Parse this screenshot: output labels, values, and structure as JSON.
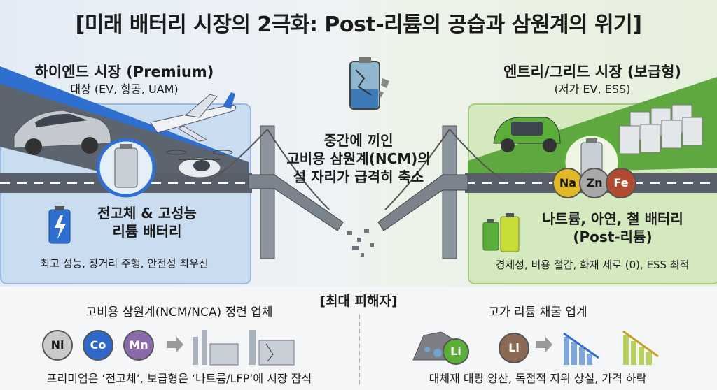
{
  "title": "[미래 배터리 시장의 2극화: Post-리튬의 공습과 삼원계의 위기]",
  "left": {
    "heading": "하이엔드 시장 (Premium)",
    "subheading": "대상 (EV, 항공, UAM)",
    "battery_label_line1": "전고체 & 고성능",
    "battery_label_line2": "리튬 배터리",
    "description": "최고 성능, 장거리 주행, 안전성 최우선"
  },
  "center": {
    "line1": "중간에 끼인",
    "line2": "고비용 삼원계(NCM)의",
    "line3": "설 자리가 급격히 축소"
  },
  "right": {
    "heading": "엔트리/그리드 시장 (보급형)",
    "subheading": "(저가 EV, ESS)",
    "elements": [
      "Na",
      "Zn",
      "Fe"
    ],
    "battery_label_line1": "나트륨, 아연, 철 배터리",
    "battery_label_line2": "(Post-리튬)",
    "description": "경제성, 비용 절감, 화재 제로 (0), ESS 최적"
  },
  "bottom": {
    "center_label": "[최대 피해자]",
    "left_heading": "고비용 삼원계(NCM/NCA) 정련 업체",
    "left_elements": [
      "Ni",
      "Co",
      "Mn"
    ],
    "left_note": "프리미엄은 ‘전고체’, 보급형은 ‘나트륨/LFP’에 시장 잠식",
    "right_heading": "고가 리튬 채굴 업계",
    "right_elements": [
      "Li",
      "Li"
    ],
    "right_note": "대체재 대량 양산, 독점적 지위 상실, 가격 하락"
  },
  "colors": {
    "premium_blue": "#2f6fd0",
    "entry_green": "#5cae3a",
    "ni": "#c9c9c9",
    "co": "#2f68c8",
    "mn": "#8a6aa8",
    "na": "#e0b828",
    "zn": "#a8a8a8",
    "fe": "#b04a30"
  }
}
